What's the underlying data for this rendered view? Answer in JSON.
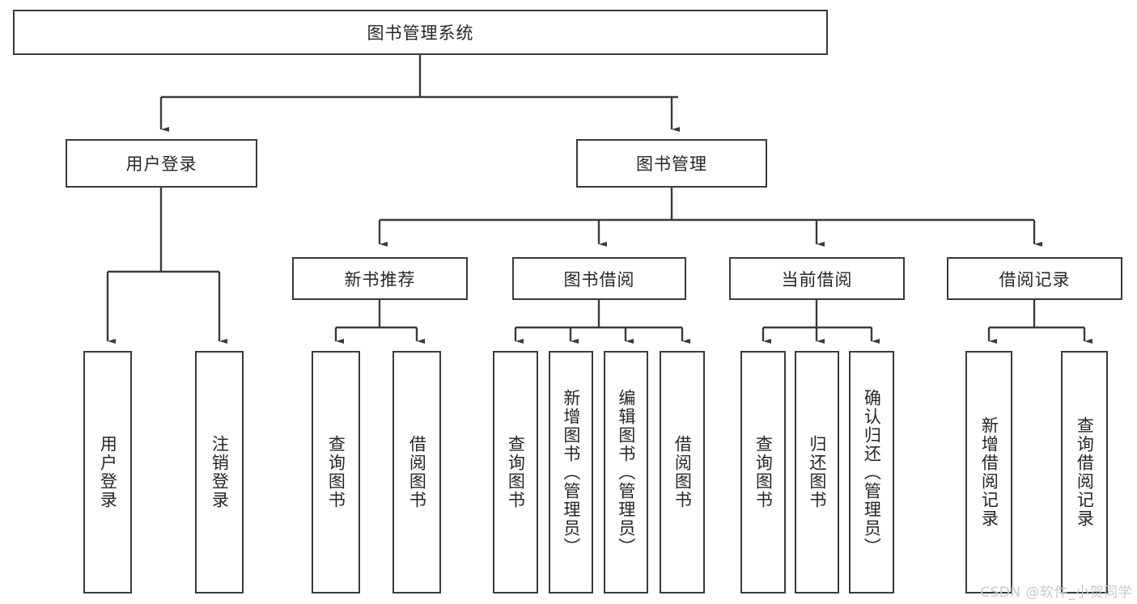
{
  "diagram": {
    "type": "tree",
    "title": "图书管理系统",
    "watermark": "CSDN @软件_小贺同学",
    "colors": {
      "border": "#3a3a3a",
      "text": "#262626",
      "background": "#ffffff",
      "watermark": "#c9c9c9"
    },
    "nodes": {
      "root": {
        "label": "图书管理系统"
      },
      "level2": [
        {
          "id": "user-login",
          "label": "用户登录"
        },
        {
          "id": "book-manage",
          "label": "图书管理"
        }
      ],
      "level3": [
        {
          "id": "new-book-rec",
          "label": "新书推荐"
        },
        {
          "id": "book-borrow",
          "label": "图书借阅"
        },
        {
          "id": "current-borrow",
          "label": "当前借阅"
        },
        {
          "id": "borrow-record",
          "label": "借阅记录"
        }
      ],
      "leaves": [
        {
          "id": "leaf-user-login",
          "parent": "user-login",
          "label": "用户登录"
        },
        {
          "id": "leaf-logout",
          "parent": "user-login",
          "label": "注销登录"
        },
        {
          "id": "leaf-query-book-1",
          "parent": "new-book-rec",
          "label": "查询图书"
        },
        {
          "id": "leaf-borrow-book-1",
          "parent": "new-book-rec",
          "label": "借阅图书"
        },
        {
          "id": "leaf-query-book-2",
          "parent": "book-borrow",
          "label": "查询图书"
        },
        {
          "id": "leaf-add-book",
          "parent": "book-borrow",
          "label": "新增图书（管理员）"
        },
        {
          "id": "leaf-edit-book",
          "parent": "book-borrow",
          "label": "编辑图书（管理员）"
        },
        {
          "id": "leaf-borrow-book-2",
          "parent": "book-borrow",
          "label": "借阅图书"
        },
        {
          "id": "leaf-query-book-3",
          "parent": "current-borrow",
          "label": "查询图书"
        },
        {
          "id": "leaf-return-book",
          "parent": "current-borrow",
          "label": "归还图书"
        },
        {
          "id": "leaf-confirm-return",
          "parent": "current-borrow",
          "label": "确认归还（管理员）"
        },
        {
          "id": "leaf-add-record",
          "parent": "borrow-record",
          "label": "新增借阅记录"
        },
        {
          "id": "leaf-query-record",
          "parent": "borrow-record",
          "label": "查询借阅记录"
        }
      ]
    }
  }
}
